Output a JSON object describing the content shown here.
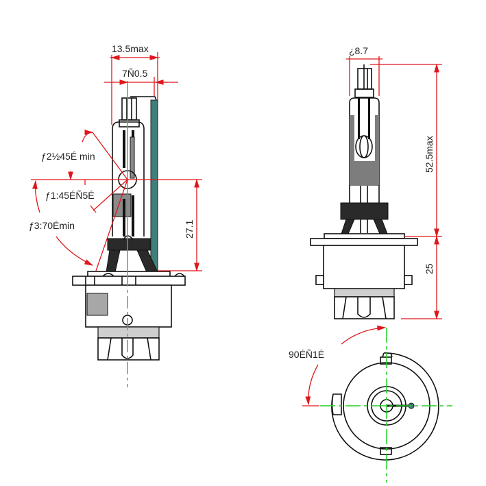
{
  "side_view": {
    "dim_width_max": "13.5max",
    "dim_offset": "7Ñ0.5",
    "angle_2": "ƒ2½45É min",
    "angle_1": "ƒ1:45ÉÑ5É",
    "angle_3": "ƒ3:70Émin",
    "dim_height": "27.1"
  },
  "front_view": {
    "dim_diameter": "¿8.7",
    "dim_length_max": "52.5max",
    "dim_base": "25"
  },
  "bottom_view": {
    "angle": "90ÉÑ1É"
  },
  "colors": {
    "dimension": "#e0161b",
    "centerline": "#22d022",
    "lead": "#3f7f7a"
  }
}
